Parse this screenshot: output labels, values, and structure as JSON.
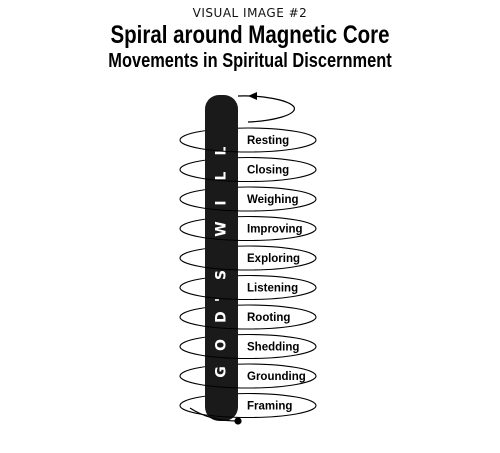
{
  "caption": "VISUAL IMAGE #2",
  "title": "Spiral around Magnetic Core",
  "subtitle": "Movements in Spiritual Discernment",
  "core": {
    "text": "GOD'S WILL",
    "letters": [
      "G",
      "O",
      "D",
      "'",
      "S",
      "W",
      "I",
      "L",
      "L"
    ]
  },
  "movements": [
    "Resting",
    "Closing",
    "Weighing",
    "Improving",
    "Exploring",
    "Listening",
    "Rooting",
    "Shedding",
    "Grounding",
    "Framing"
  ],
  "colors": {
    "core": "#1a1a1a",
    "stroke": "#000000",
    "background": "#ffffff"
  }
}
